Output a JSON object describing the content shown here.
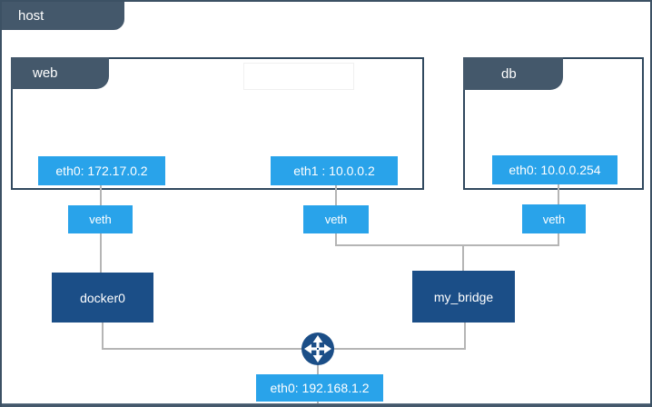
{
  "palette": {
    "tab_slate": "#44586b",
    "container_border": "#30485e",
    "interface_blue": "#29a3ea",
    "bridge_navy": "#1b4e87",
    "connector_gray": "#b5b5b5",
    "background": "#ffffff",
    "text_on_fill": "#ffffff"
  },
  "host": {
    "label": "host",
    "interface": {
      "label": "eth0: 192.168.1.2"
    }
  },
  "containers": [
    {
      "label": "web",
      "interfaces": [
        "eth0: 172.17.0.2",
        "eth1 : 10.0.0.2"
      ]
    },
    {
      "label": "db",
      "interfaces": [
        "eth0: 10.0.0.254"
      ]
    }
  ],
  "veths": [
    "veth",
    "veth",
    "veth"
  ],
  "bridges": [
    "docker0",
    "my_bridge"
  ],
  "icons": {
    "router": "router-crossed-arrows-icon"
  }
}
